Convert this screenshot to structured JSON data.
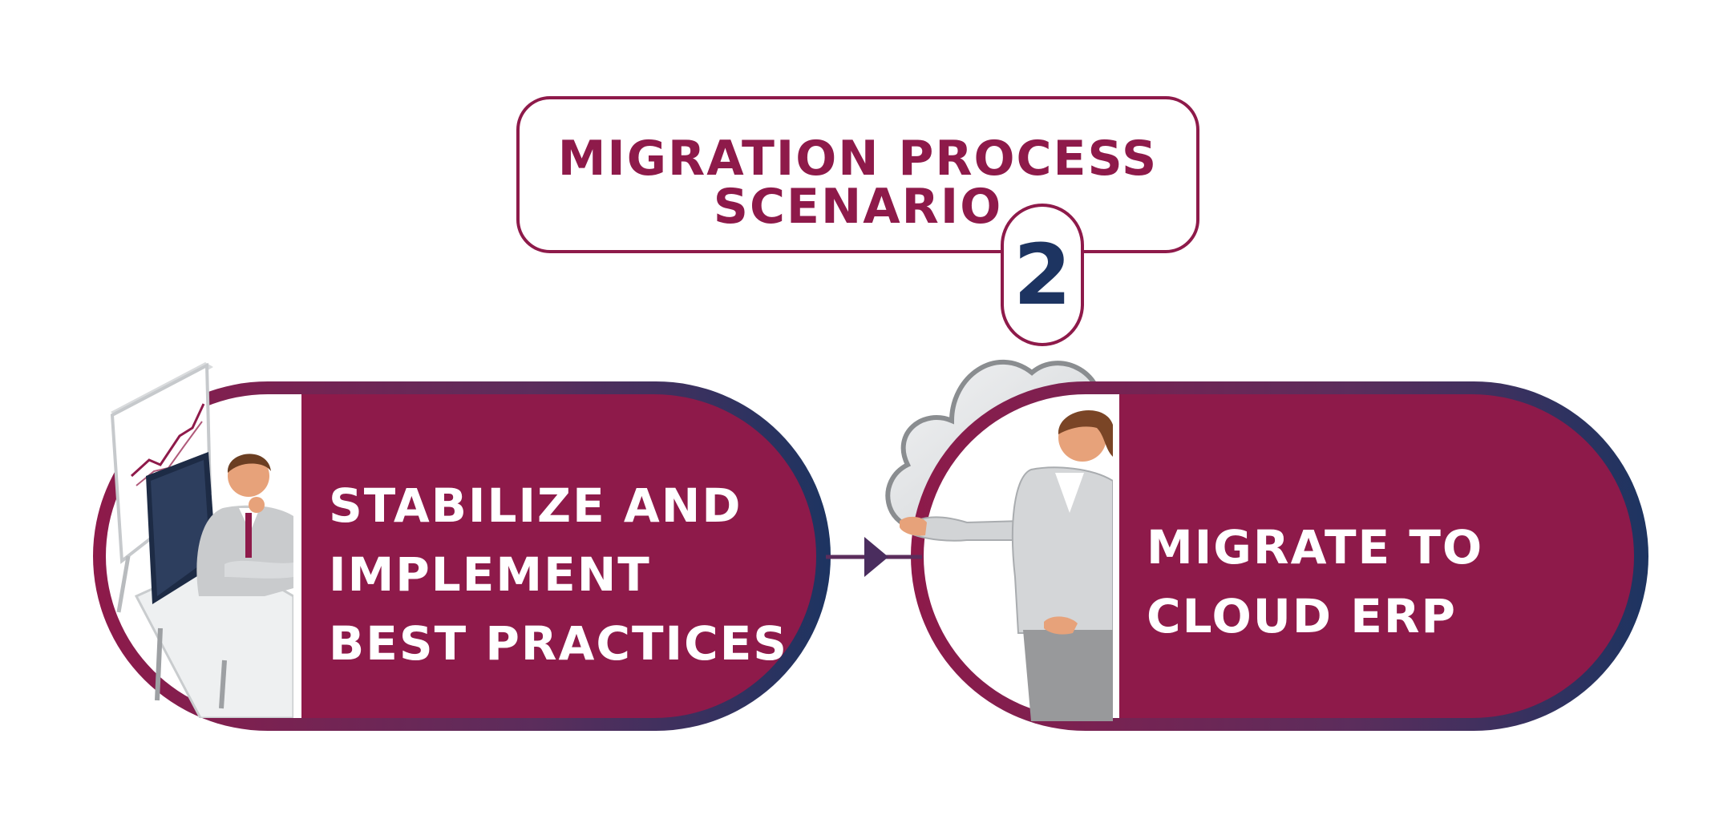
{
  "title": {
    "line1": "MIGRATION PROCESS",
    "line2": "SCENARIO"
  },
  "scenario_number": "2",
  "steps": [
    {
      "lines": [
        "STABILIZE AND",
        "IMPLEMENT",
        "BEST PRACTICES"
      ],
      "illustration": "businessman-at-desk-with-chart"
    },
    {
      "lines": [
        "MIGRATE TO",
        "CLOUD ERP"
      ],
      "illustration": "businesswoman-presenting-cloud"
    }
  ],
  "colors": {
    "brand_maroon": "#8e1a4a",
    "brand_navy": "#1d3461",
    "text_on_fill": "#ffffff"
  }
}
